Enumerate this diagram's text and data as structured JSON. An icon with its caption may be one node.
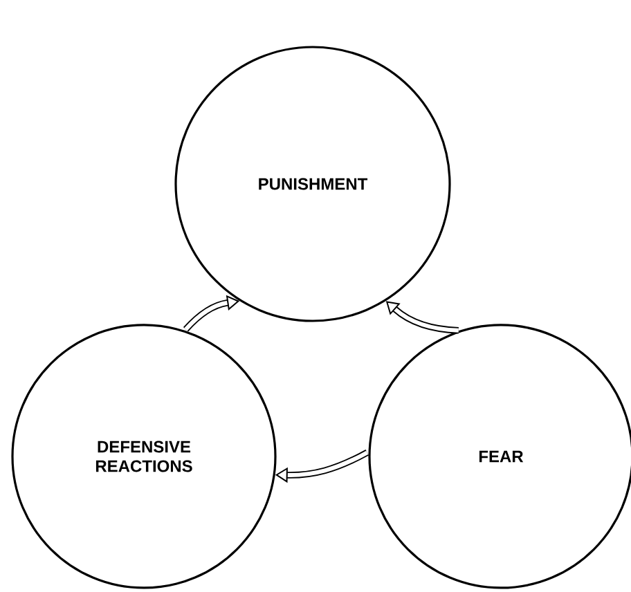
{
  "diagram": {
    "nodes": [
      {
        "text": [
          "PUNISHMENT"
        ]
      },
      {
        "text": [
          "DEFENSIVE REACTIONS"
        ]
      },
      {
        "text": [
          "FEAR"
        ]
      }
    ],
    "edges": [
      {
        "from": 1,
        "to": 0,
        "arrow": "to"
      },
      {
        "from": 2,
        "to": 0,
        "arrow": "to"
      },
      {
        "from": 2,
        "to": 1,
        "arrow": "to"
      }
    ]
  }
}
